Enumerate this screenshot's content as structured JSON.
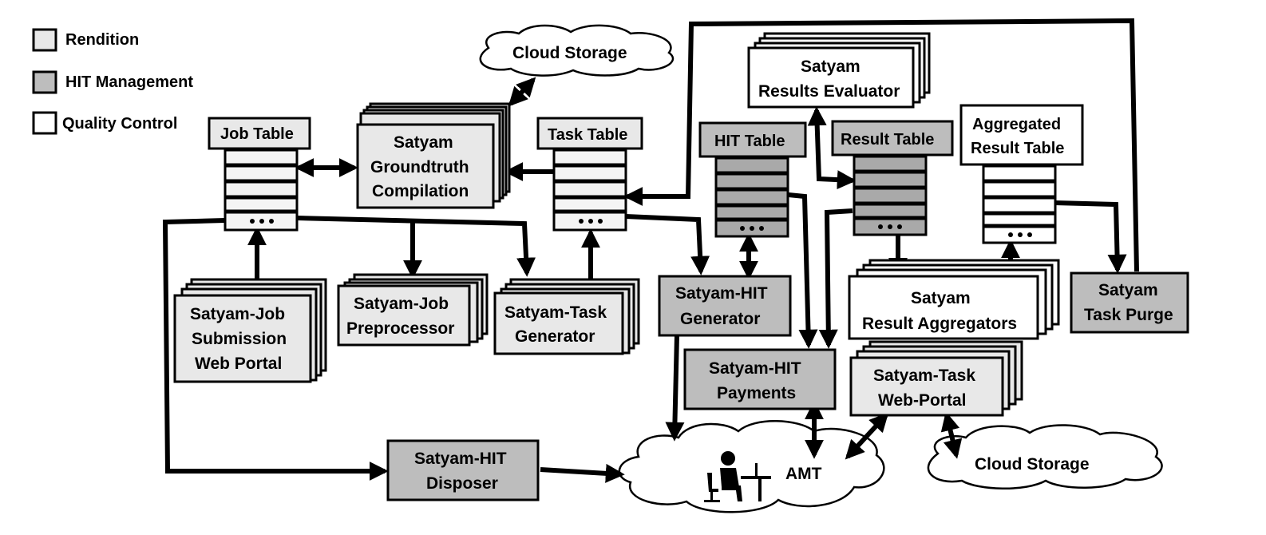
{
  "colors": {
    "rendition": "#e8e8e8",
    "hit_management": "#bdbdbd",
    "quality_control": "#ffffff",
    "table_row": "#f4f4f4",
    "table_row_dark": "#a9a9a9",
    "stroke": "#000000"
  },
  "legend": {
    "rendition": "Rendition",
    "hit_management": "HIT Management",
    "quality_control": "Quality Control"
  },
  "tables": {
    "job": "Job Table",
    "task": "Task Table",
    "hit": "HIT Table",
    "result": "Result Table",
    "aggregated": [
      "Aggregated",
      "Result Table"
    ]
  },
  "components": {
    "groundtruth": [
      "Satyam",
      "Groundtruth",
      "Compilation"
    ],
    "job_portal": [
      "Satyam-Job",
      "Submission",
      "Web Portal"
    ],
    "job_preprocessor": [
      "Satyam-Job",
      "Preprocessor"
    ],
    "task_generator": [
      "Satyam-Task",
      "Generator"
    ],
    "hit_generator": [
      "Satyam-HIT",
      "Generator"
    ],
    "hit_payments": [
      "Satyam-HIT",
      "Payments"
    ],
    "hit_disposer": [
      "Satyam-HIT",
      "Disposer"
    ],
    "results_evaluator": [
      "Satyam",
      "Results Evaluator"
    ],
    "result_aggregators": [
      "Satyam",
      "Result Aggregators"
    ],
    "task_webportal": [
      "Satyam-Task",
      "Web-Portal"
    ],
    "task_purge": [
      "Satyam",
      "Task Purge"
    ]
  },
  "clouds": {
    "storage_top": "Cloud Storage",
    "storage_bottom": "Cloud Storage",
    "amt": "AMT"
  },
  "icons": {
    "worker": "person-at-laptop-icon",
    "arrow": "arrowhead-icon"
  }
}
